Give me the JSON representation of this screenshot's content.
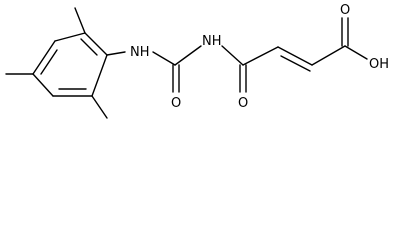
{
  "molecule": {
    "atoms": {
      "nh_left": "NH",
      "nh_right": "NH",
      "urea_oxygen": "O",
      "amide_oxygen": "O",
      "acid_carbonyl_oxygen": "O",
      "acid_hydroxyl": "OH"
    }
  }
}
